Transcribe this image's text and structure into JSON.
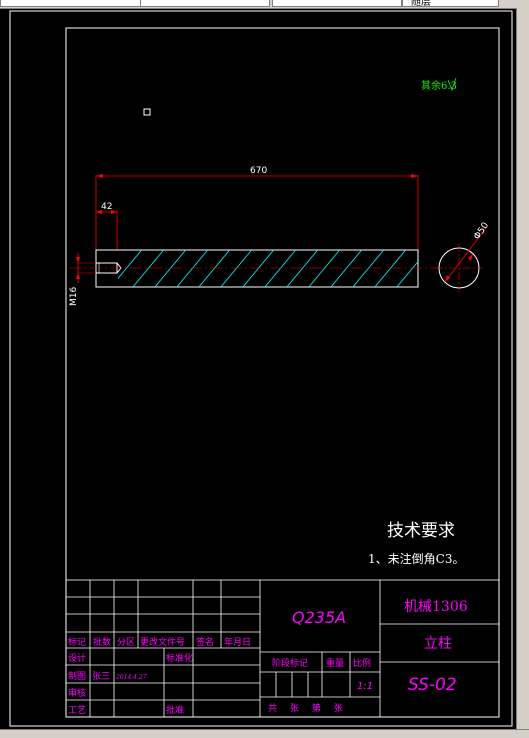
{
  "toolbar": {
    "field_labels": [
      "",
      "",
      "随层"
    ]
  },
  "drawing": {
    "roughness_note": "其余6.3",
    "dimensions": {
      "total_length": "670",
      "thread_length": "42",
      "thread_spec": "M16",
      "diameter": "Φ50"
    },
    "technical_requirements": {
      "title": "技术要求",
      "item_1": "1、未注倒角C3。"
    }
  },
  "title_block": {
    "material": "Q235A",
    "org": "机械1306",
    "part_name": "立柱",
    "drawing_no": "SS-02",
    "scale": "1:1",
    "labels": {
      "biaoji": "标记",
      "chushu": "批数",
      "fenqu": "分区",
      "gengai": "更改文件号",
      "qianming": "签名",
      "nianyueri": "年月日",
      "sheji": "设计",
      "biaozhunhua": "标准化",
      "zhitu": "制图",
      "shenhe": "审核",
      "gongyi": "工艺",
      "pizhun": "批准",
      "jieduan": "阶段标记",
      "zhongliang": "重量",
      "bili": "比例",
      "sheets": "共 张 第 张"
    },
    "draftsman": "张三",
    "date": "2014.4.27"
  },
  "colors": {
    "frame": "#ffffff",
    "dimension": "#ff0000",
    "hatch": "#00ffff",
    "title_block_text": "#ff00ff",
    "roughness": "#00ff00"
  }
}
